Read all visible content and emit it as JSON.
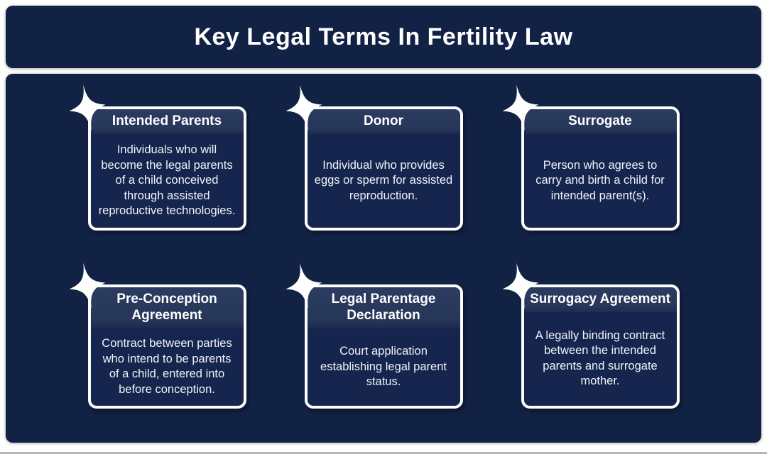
{
  "page": {
    "title": "Key Legal Terms In Fertility Law"
  },
  "colors": {
    "page_background": "#FFFFFF",
    "panel_navy": "#122245",
    "card_body_navy": "#16254D",
    "card_header_navy": "#28385C",
    "card_border_white": "#FBFCFE",
    "text_white": "#FFFFFF",
    "bottom_edge_gray": "#B3B7BD"
  },
  "icons": {
    "card_decoration": "sparkle-four-point-star"
  },
  "cards": [
    {
      "title": "Intended Parents",
      "description": "Individuals who will become the legal parents of a child conceived through assisted reproductive technologies."
    },
    {
      "title": "Donor",
      "description": "Individual who provides eggs or sperm for assisted reproduction."
    },
    {
      "title": "Surrogate",
      "description": "Person who agrees to carry and birth a child for intended parent(s)."
    },
    {
      "title": "Pre-Conception Agreement",
      "description": "Contract between parties who intend to be parents of a child, entered into before conception."
    },
    {
      "title": "Legal Parentage Declaration",
      "description": "Court application establishing legal parent status."
    },
    {
      "title": "Surrogacy Agreement",
      "description": "A legally binding contract between the intended parents and surrogate mother."
    }
  ]
}
